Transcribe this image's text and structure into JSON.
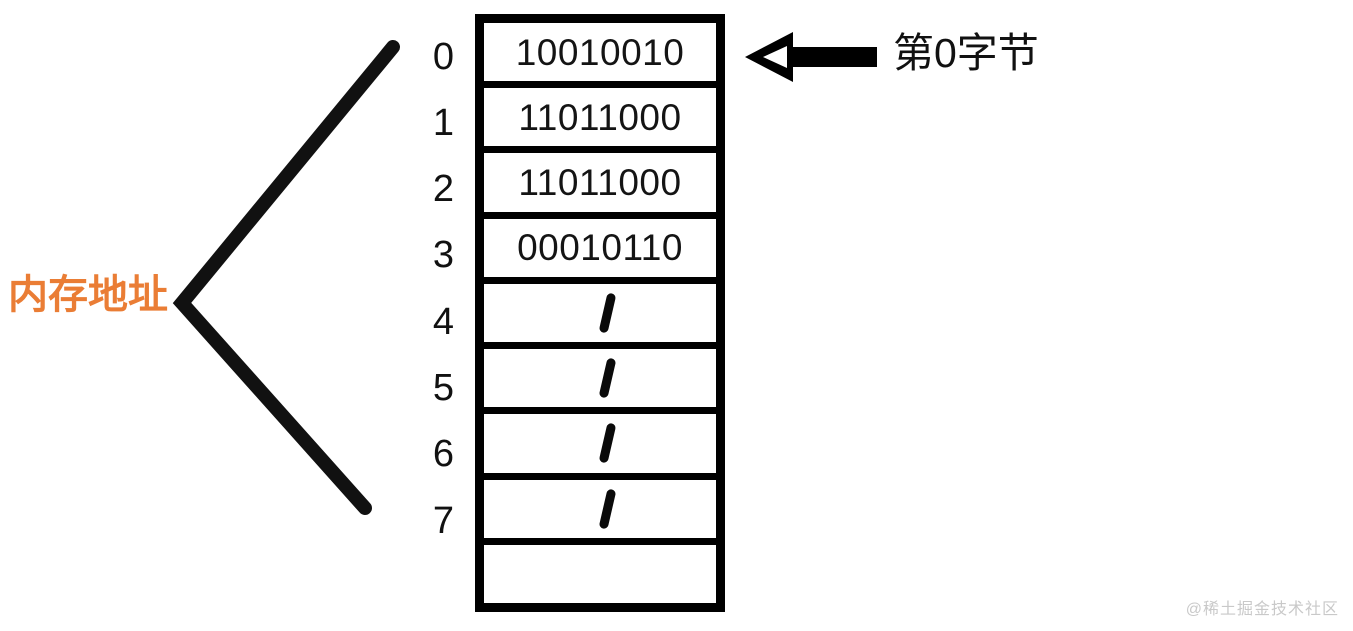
{
  "diagram": {
    "title": "Memory byte layout diagram",
    "background_color": "#ffffff",
    "accent_color": "#ea7d35",
    "line_color": "#000000"
  },
  "left_label": {
    "text": "内存地址",
    "color": "#ea7d35"
  },
  "bracket": {
    "shape": "chevron-left",
    "stroke_color": "#111111",
    "stroke_width": 13
  },
  "memory_table": {
    "border_color": "#000000",
    "cell_background": "#ffffff",
    "row_count": 9,
    "rows": [
      {
        "index": "0",
        "value": "10010010",
        "kind": "binary"
      },
      {
        "index": "1",
        "value": "11011000",
        "kind": "binary"
      },
      {
        "index": "2",
        "value": "11011000",
        "kind": "binary"
      },
      {
        "index": "3",
        "value": "00010110",
        "kind": "binary"
      },
      {
        "index": "4",
        "value": "",
        "kind": "tick"
      },
      {
        "index": "5",
        "value": "",
        "kind": "tick"
      },
      {
        "index": "6",
        "value": "",
        "kind": "tick"
      },
      {
        "index": "7",
        "value": "",
        "kind": "tick"
      },
      {
        "index": "",
        "value": "",
        "kind": "empty"
      }
    ]
  },
  "annotation": {
    "arrow_direction": "left",
    "arrow_color": "#000000",
    "caption": "第0字节"
  },
  "watermark": {
    "text": "@稀土掘金技术社区",
    "color": "#c9c9c9"
  }
}
